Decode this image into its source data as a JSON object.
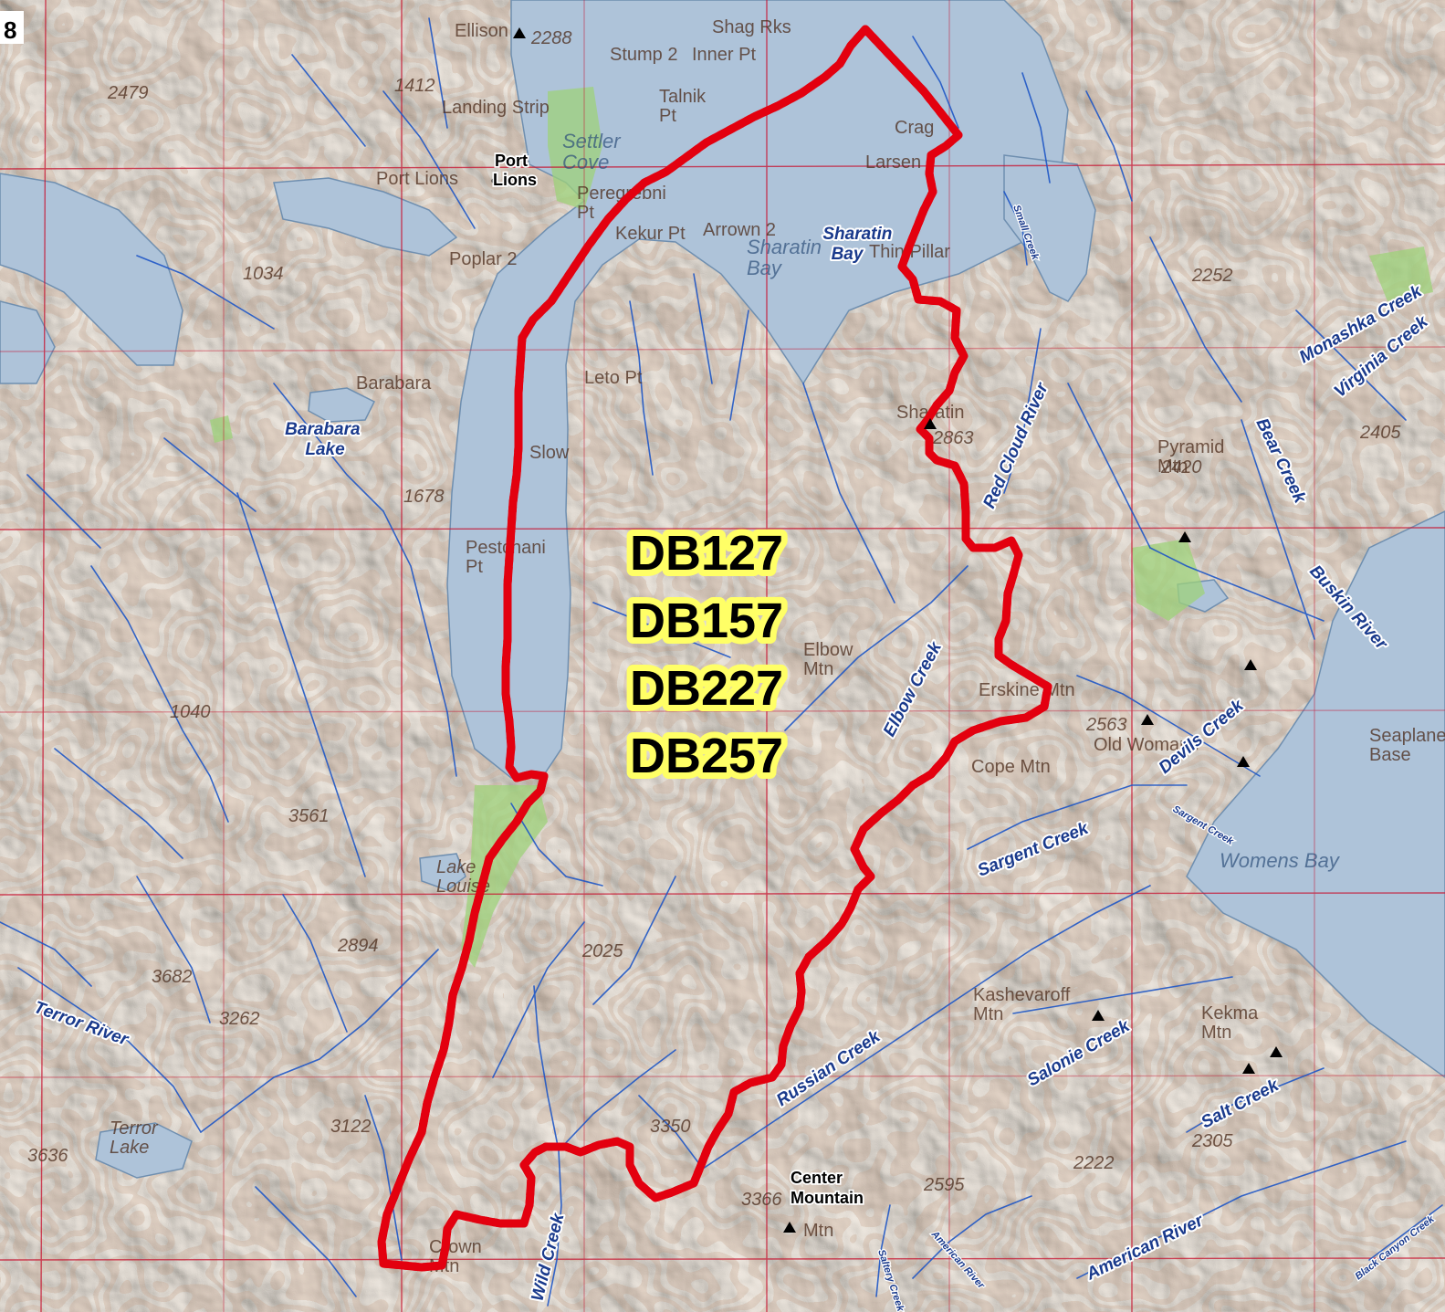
{
  "map_title_number": "8",
  "unit_codes": [
    "DB127",
    "DB157",
    "DB227",
    "DB257"
  ],
  "colors": {
    "boundary": "#e3000f",
    "stream": "#1f57c6",
    "water": "#aec3d9",
    "land": "#e8e2da",
    "contour": "#8b5a3c",
    "grid": "#c8102e",
    "label_highlight": "#ffff66"
  },
  "places": [
    {
      "id": "port-lions",
      "text": "Port\nLions"
    },
    {
      "id": "center-mountain",
      "text": "Center\nMountain"
    }
  ],
  "water_labels": [
    {
      "id": "barabara-lake",
      "text": "Barabara\nLake"
    },
    {
      "id": "sharatin-bay",
      "text": "Sharatin\nBay"
    }
  ],
  "streams": [
    {
      "id": "terror-river",
      "text": "Terror River"
    },
    {
      "id": "wild-creek",
      "text": "Wild Creek"
    },
    {
      "id": "russian-creek",
      "text": "Russian Creek"
    },
    {
      "id": "elbow-creek",
      "text": "Elbow Creek"
    },
    {
      "id": "red-cloud-river",
      "text": "Red Cloud River"
    },
    {
      "id": "sargent-creek",
      "text": "Sargent Creek"
    },
    {
      "id": "devils-creek",
      "text": "Devils Creek"
    },
    {
      "id": "salonie-creek",
      "text": "Salonie Creek"
    },
    {
      "id": "salt-creek",
      "text": "Salt Creek"
    },
    {
      "id": "american-river",
      "text": "American River"
    },
    {
      "id": "american-river-2",
      "text": "American River"
    },
    {
      "id": "bear-creek",
      "text": "Bear Creek"
    },
    {
      "id": "buskin-river",
      "text": "Buskin River"
    },
    {
      "id": "monashka-creek",
      "text": "Monashka Creek"
    },
    {
      "id": "virginia-creek",
      "text": "Virginia Creek"
    },
    {
      "id": "small-creek",
      "text": "Small Creek"
    },
    {
      "id": "sargent-creek-2",
      "text": "Sargent Creek"
    },
    {
      "id": "saltery-creek",
      "text": "Saltery Creek"
    },
    {
      "id": "black-canyon-creek",
      "text": "Black Canyon Creek"
    }
  ],
  "basemap_labels": [
    {
      "id": "ellison",
      "text": "Ellison"
    },
    {
      "id": "elev-2288",
      "text": "2288"
    },
    {
      "id": "shag-rks",
      "text": "Shag Rks"
    },
    {
      "id": "inner-pt",
      "text": "Inner Pt"
    },
    {
      "id": "stump",
      "text": "Stump 2"
    },
    {
      "id": "talnik-pt",
      "text": "Talnik\nPt"
    },
    {
      "id": "landing-strip",
      "text": "Landing Strip"
    },
    {
      "id": "settler-cove",
      "text": "Settler\nCove"
    },
    {
      "id": "port-lions-base",
      "text": "Port Lions"
    },
    {
      "id": "peregrebni-pt",
      "text": "Peregrebni\nPt"
    },
    {
      "id": "kekur-pt",
      "text": "Kekur Pt"
    },
    {
      "id": "arrown",
      "text": "Arrown 2"
    },
    {
      "id": "sharatin-bay-base",
      "text": "Sharatin\nBay"
    },
    {
      "id": "thin-pillar",
      "text": "Thin Pillar"
    },
    {
      "id": "crag",
      "text": "Crag"
    },
    {
      "id": "larsen",
      "text": "Larsen"
    },
    {
      "id": "poplar",
      "text": "Poplar 2"
    },
    {
      "id": "barabara",
      "text": "Barabara"
    },
    {
      "id": "leto-pt",
      "text": "Leto Pt"
    },
    {
      "id": "slow",
      "text": "Slow"
    },
    {
      "id": "pestchani-pt",
      "text": "Pestchani\nPt"
    },
    {
      "id": "elbow-mtn",
      "text": "Elbow\nMtn"
    },
    {
      "id": "sharatin-mtn",
      "text": "Sharatin"
    },
    {
      "id": "elev-2863",
      "text": "2863"
    },
    {
      "id": "pyramid-mtn",
      "text": "Pyramid\nMtn"
    },
    {
      "id": "erskine-mtn",
      "text": "Erskine Mtn"
    },
    {
      "id": "old-womans",
      "text": "Old Womans"
    },
    {
      "id": "cope-mtn",
      "text": "Cope Mtn"
    },
    {
      "id": "kashevaroff-mtn",
      "text": "Kashevaroff\nMtn"
    },
    {
      "id": "kekma-mtn",
      "text": "Kekma\nMtn"
    },
    {
      "id": "crown-mtn",
      "text": "Crown\nMtn"
    },
    {
      "id": "lake-louise",
      "text": "Lake\nLouise"
    },
    {
      "id": "terror-lake",
      "text": "Terror\nLake"
    },
    {
      "id": "womens-bay",
      "text": "Womens Bay"
    },
    {
      "id": "seaplane-base",
      "text": "Seaplane\nBase"
    },
    {
      "id": "mtn-center",
      "text": "Mtn"
    },
    {
      "id": "elev-2479",
      "text": "2479"
    },
    {
      "id": "elev-2252",
      "text": "2252"
    },
    {
      "id": "elev-3682",
      "text": "3682"
    },
    {
      "id": "elev-3262",
      "text": "3262"
    },
    {
      "id": "elev-3122",
      "text": "3122"
    },
    {
      "id": "elev-3366",
      "text": "3366"
    },
    {
      "id": "elev-2595",
      "text": "2595"
    },
    {
      "id": "elev-2894",
      "text": "2894"
    },
    {
      "id": "elev-3350",
      "text": "3350"
    },
    {
      "id": "elev-2025",
      "text": "2025"
    },
    {
      "id": "elev-1678",
      "text": "1678"
    },
    {
      "id": "elev-1412",
      "text": "1412"
    },
    {
      "id": "elev-2405",
      "text": "2405"
    },
    {
      "id": "elev-2563",
      "text": "2563"
    },
    {
      "id": "elev-2420",
      "text": "2420"
    },
    {
      "id": "elev-2305",
      "text": "2305"
    },
    {
      "id": "elev-2222",
      "text": "2222"
    },
    {
      "id": "elev-3561",
      "text": "3561"
    },
    {
      "id": "elev-3636",
      "text": "3636"
    },
    {
      "id": "elev-1034",
      "text": "1034"
    },
    {
      "id": "elev-1040",
      "text": "1040"
    }
  ],
  "peaks": [
    "ellison-peak",
    "sharatin-peak",
    "pyramid-peak",
    "erskine-peak",
    "old-womans-peak",
    "cope-peak",
    "kashevaroff-peak",
    "kekma-peak",
    "kekma-peak-2",
    "center-peak"
  ]
}
